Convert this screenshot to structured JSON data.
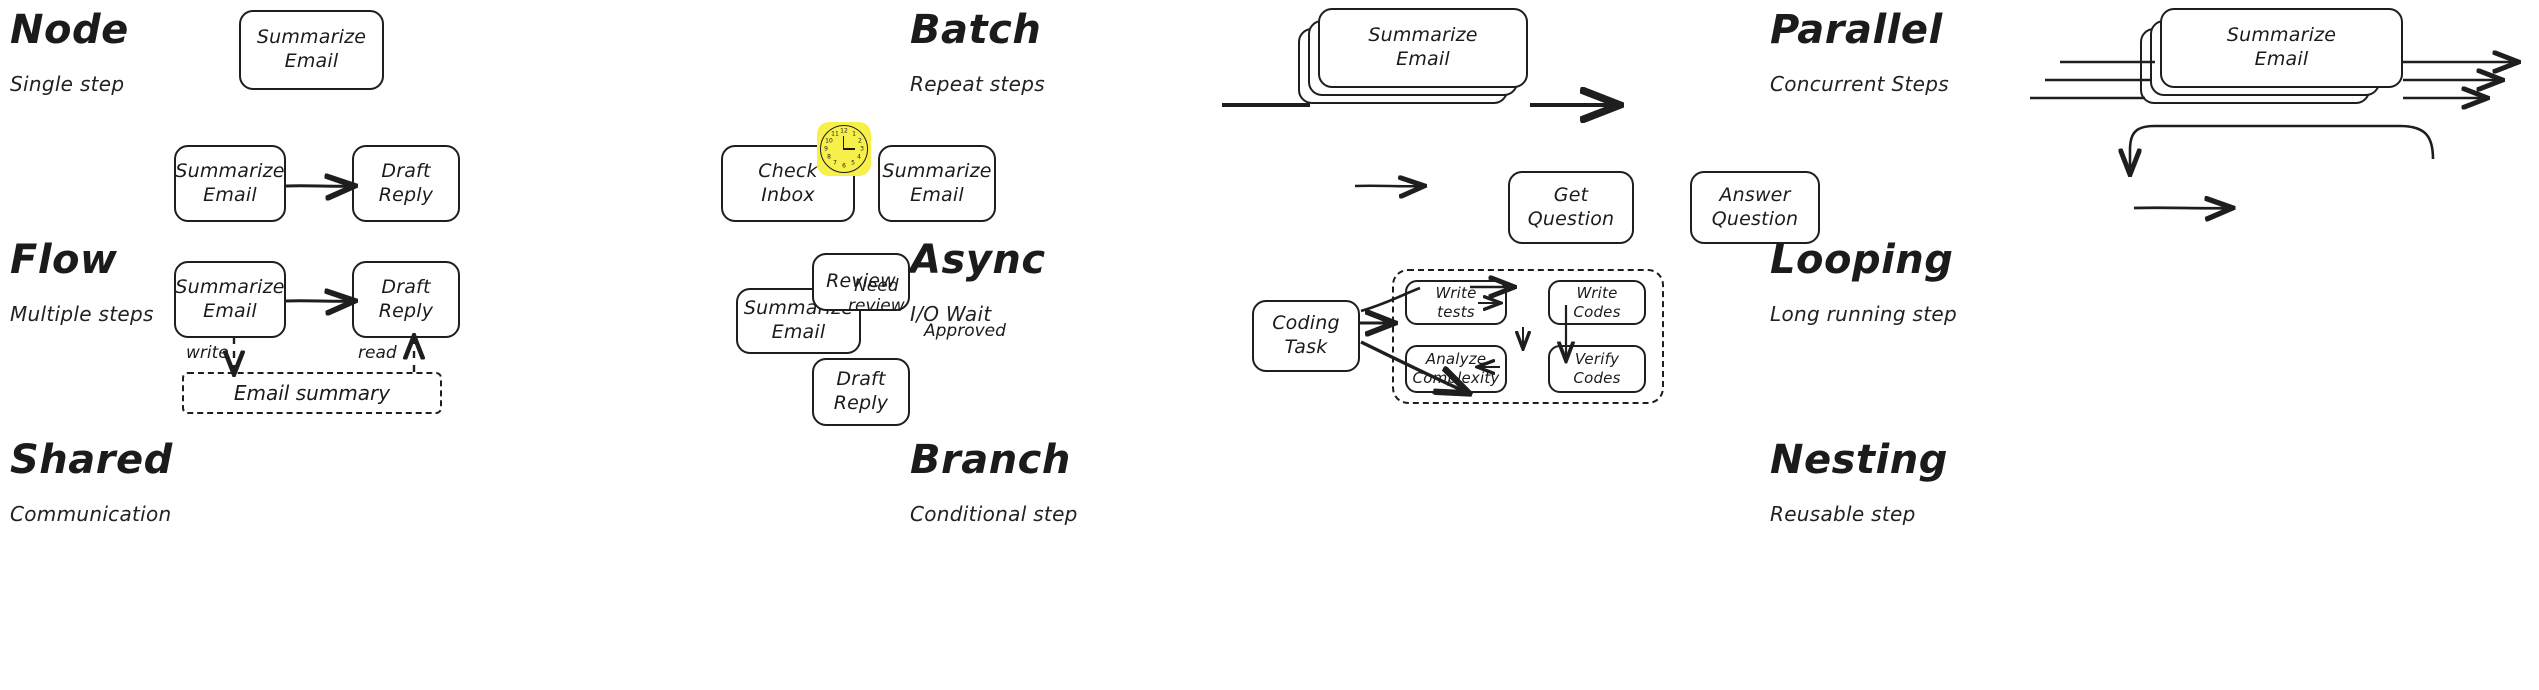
{
  "page": {
    "background": "#ffffff",
    "ink": "#1e1e1e",
    "highlight": "#f7ef4a"
  },
  "sections": [
    {
      "id": "node",
      "title": "Node",
      "subtitle": "Single step",
      "nodes": [
        {
          "label_line1": "Summarize",
          "label_line2": "Email"
        }
      ]
    },
    {
      "id": "batch",
      "title": "Batch",
      "subtitle": "Repeat steps",
      "nodes": [
        {
          "label_line1": "Summarize",
          "label_line2": "Email"
        }
      ],
      "stack_count": 3,
      "arrow_count": 1
    },
    {
      "id": "parallel",
      "title": "Parallel",
      "subtitle": "Concurrent Steps",
      "nodes": [
        {
          "label_line1": "Summarize",
          "label_line2": "Email"
        }
      ],
      "stack_count": 3,
      "arrow_count": 3
    },
    {
      "id": "flow",
      "title": "Flow",
      "subtitle": "Multiple steps",
      "nodes": [
        {
          "label_line1": "Summarize",
          "label_line2": "Email"
        },
        {
          "label_line1": "Draft",
          "label_line2": "Reply"
        }
      ]
    },
    {
      "id": "async",
      "title": "Async",
      "subtitle": "I/O Wait",
      "nodes": [
        {
          "label_line1": "Check",
          "label_line2": "Inbox"
        },
        {
          "label_line1": "Summarize",
          "label_line2": "Email"
        }
      ],
      "badge": "clock-emoji",
      "clock_ticks": [
        "12",
        "1",
        "2",
        "3",
        "4",
        "5",
        "6",
        "7",
        "8",
        "9",
        "10",
        "11"
      ]
    },
    {
      "id": "looping",
      "title": "Looping",
      "subtitle": "Long running step",
      "nodes": [
        {
          "label_line1": "Get",
          "label_line2": "Question"
        },
        {
          "label_line1": "Answer",
          "label_line2": "Question"
        }
      ]
    },
    {
      "id": "shared",
      "title": "Shared",
      "subtitle": "Communication",
      "nodes": [
        {
          "label_line1": "Summarize",
          "label_line2": "Email"
        },
        {
          "label_line1": "Draft",
          "label_line2": "Reply"
        }
      ],
      "store": "Email summary",
      "edge_labels": [
        "write",
        "read"
      ]
    },
    {
      "id": "branch",
      "title": "Branch",
      "subtitle": "Conditional step",
      "nodes": [
        {
          "label_line1": "Summarize",
          "label_line2": "Email"
        },
        {
          "label_line1": "Review",
          "label_line2": ""
        },
        {
          "label_line1": "Draft",
          "label_line2": "Reply"
        }
      ],
      "edge_labels": [
        "Need",
        "review",
        "Approved"
      ]
    },
    {
      "id": "nesting",
      "title": "Nesting",
      "subtitle": "Reusable step",
      "nodes": [
        {
          "label_line1": "Coding",
          "label_line2": "Task"
        },
        {
          "label_line1": "Write",
          "label_line2": "tests"
        },
        {
          "label_line1": "Write",
          "label_line2": "Codes"
        },
        {
          "label_line1": "Analyze",
          "label_line2": "Complexity"
        },
        {
          "label_line1": "Verify",
          "label_line2": "Codes"
        }
      ]
    }
  ]
}
